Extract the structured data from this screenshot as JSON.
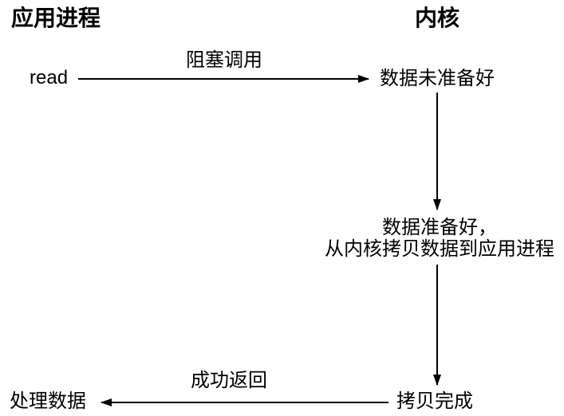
{
  "diagram": {
    "headers": {
      "left": "应用进程",
      "right": "内核"
    },
    "nodes": {
      "read": "read",
      "data_not_ready": "数据未准备好",
      "data_ready_line1": "数据准备好，",
      "data_ready_line2": "从内核拷贝数据到应用进程",
      "copy_done": "拷贝完成",
      "process_data": "处理数据"
    },
    "edges": {
      "blocking_call": "阻塞调用",
      "success_return": "成功返回"
    },
    "colors": {
      "text": "#000000",
      "line": "#000000",
      "background": "#ffffff"
    }
  }
}
